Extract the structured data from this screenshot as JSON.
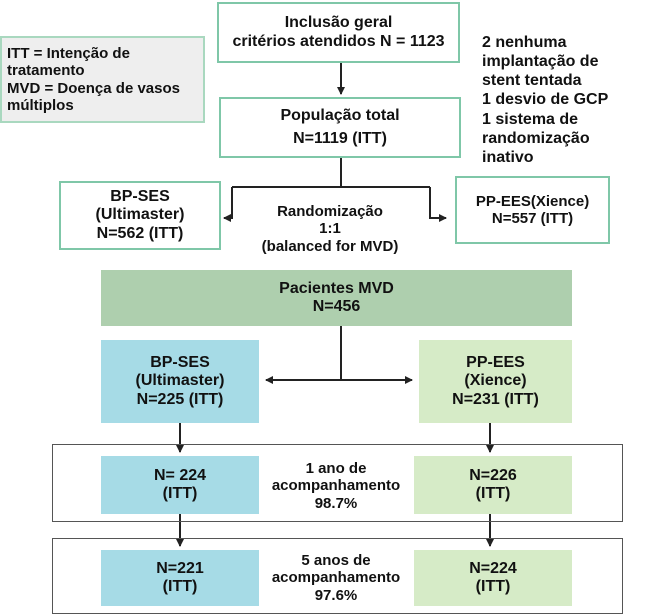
{
  "inclusion": {
    "lines": [
      "Inclusão geral",
      "critérios atendidos N = 1123"
    ]
  },
  "legend": {
    "lines": [
      "ITT = Intenção de",
      "tratamento",
      "MVD = Doença de vasos",
      "múltiplos"
    ]
  },
  "exclusions": {
    "lines": [
      "2 nenhuma",
      "implantação de",
      "stent tentada",
      "1 desvio de GCP",
      "1 sistema de",
      "randomização",
      "inativo"
    ]
  },
  "population": {
    "lines": [
      "População total",
      "N=1119 (ITT)"
    ]
  },
  "bp_ses_total": {
    "lines": [
      "BP-SES",
      "(Ultimaster)",
      "N=562 (ITT)"
    ]
  },
  "randomization": {
    "lines": [
      "Randomização",
      "1:1",
      "(balanced for MVD)"
    ]
  },
  "pp_ees_total": {
    "lines": [
      "PP-EES(Xience)",
      "N=557 (ITT)"
    ]
  },
  "mvd_patients": {
    "lines": [
      "Pacientes MVD",
      "N=456"
    ]
  },
  "bp_ses_mvd": {
    "lines": [
      "BP-SES",
      "(Ultimaster)",
      "N=225 (ITT)"
    ]
  },
  "pp_ees_mvd": {
    "lines": [
      "PP-EES",
      "(Xience)",
      "N=231 (ITT)"
    ]
  },
  "followup_1y": {
    "bp_lines": [
      "N= 224",
      "(ITT)"
    ],
    "label_lines": [
      "1 ano de",
      "acompanhamento",
      "98.7%"
    ],
    "pp_lines": [
      "N=226",
      "(ITT)"
    ]
  },
  "followup_5y": {
    "bp_lines": [
      "N=221",
      "(ITT)"
    ],
    "label_lines": [
      "5 anos de",
      "acompanhamento",
      "97.6%"
    ],
    "pp_lines": [
      "N=224",
      "(ITT)"
    ]
  },
  "colors": {
    "outline_border": "#7fc7a8",
    "legend_fill": "#eeeeee",
    "mvd_fill": "#aecfae",
    "bp_ses_fill": "#a6dbe6",
    "pp_ees_fill": "#d6ebc7",
    "line": "#222222"
  }
}
